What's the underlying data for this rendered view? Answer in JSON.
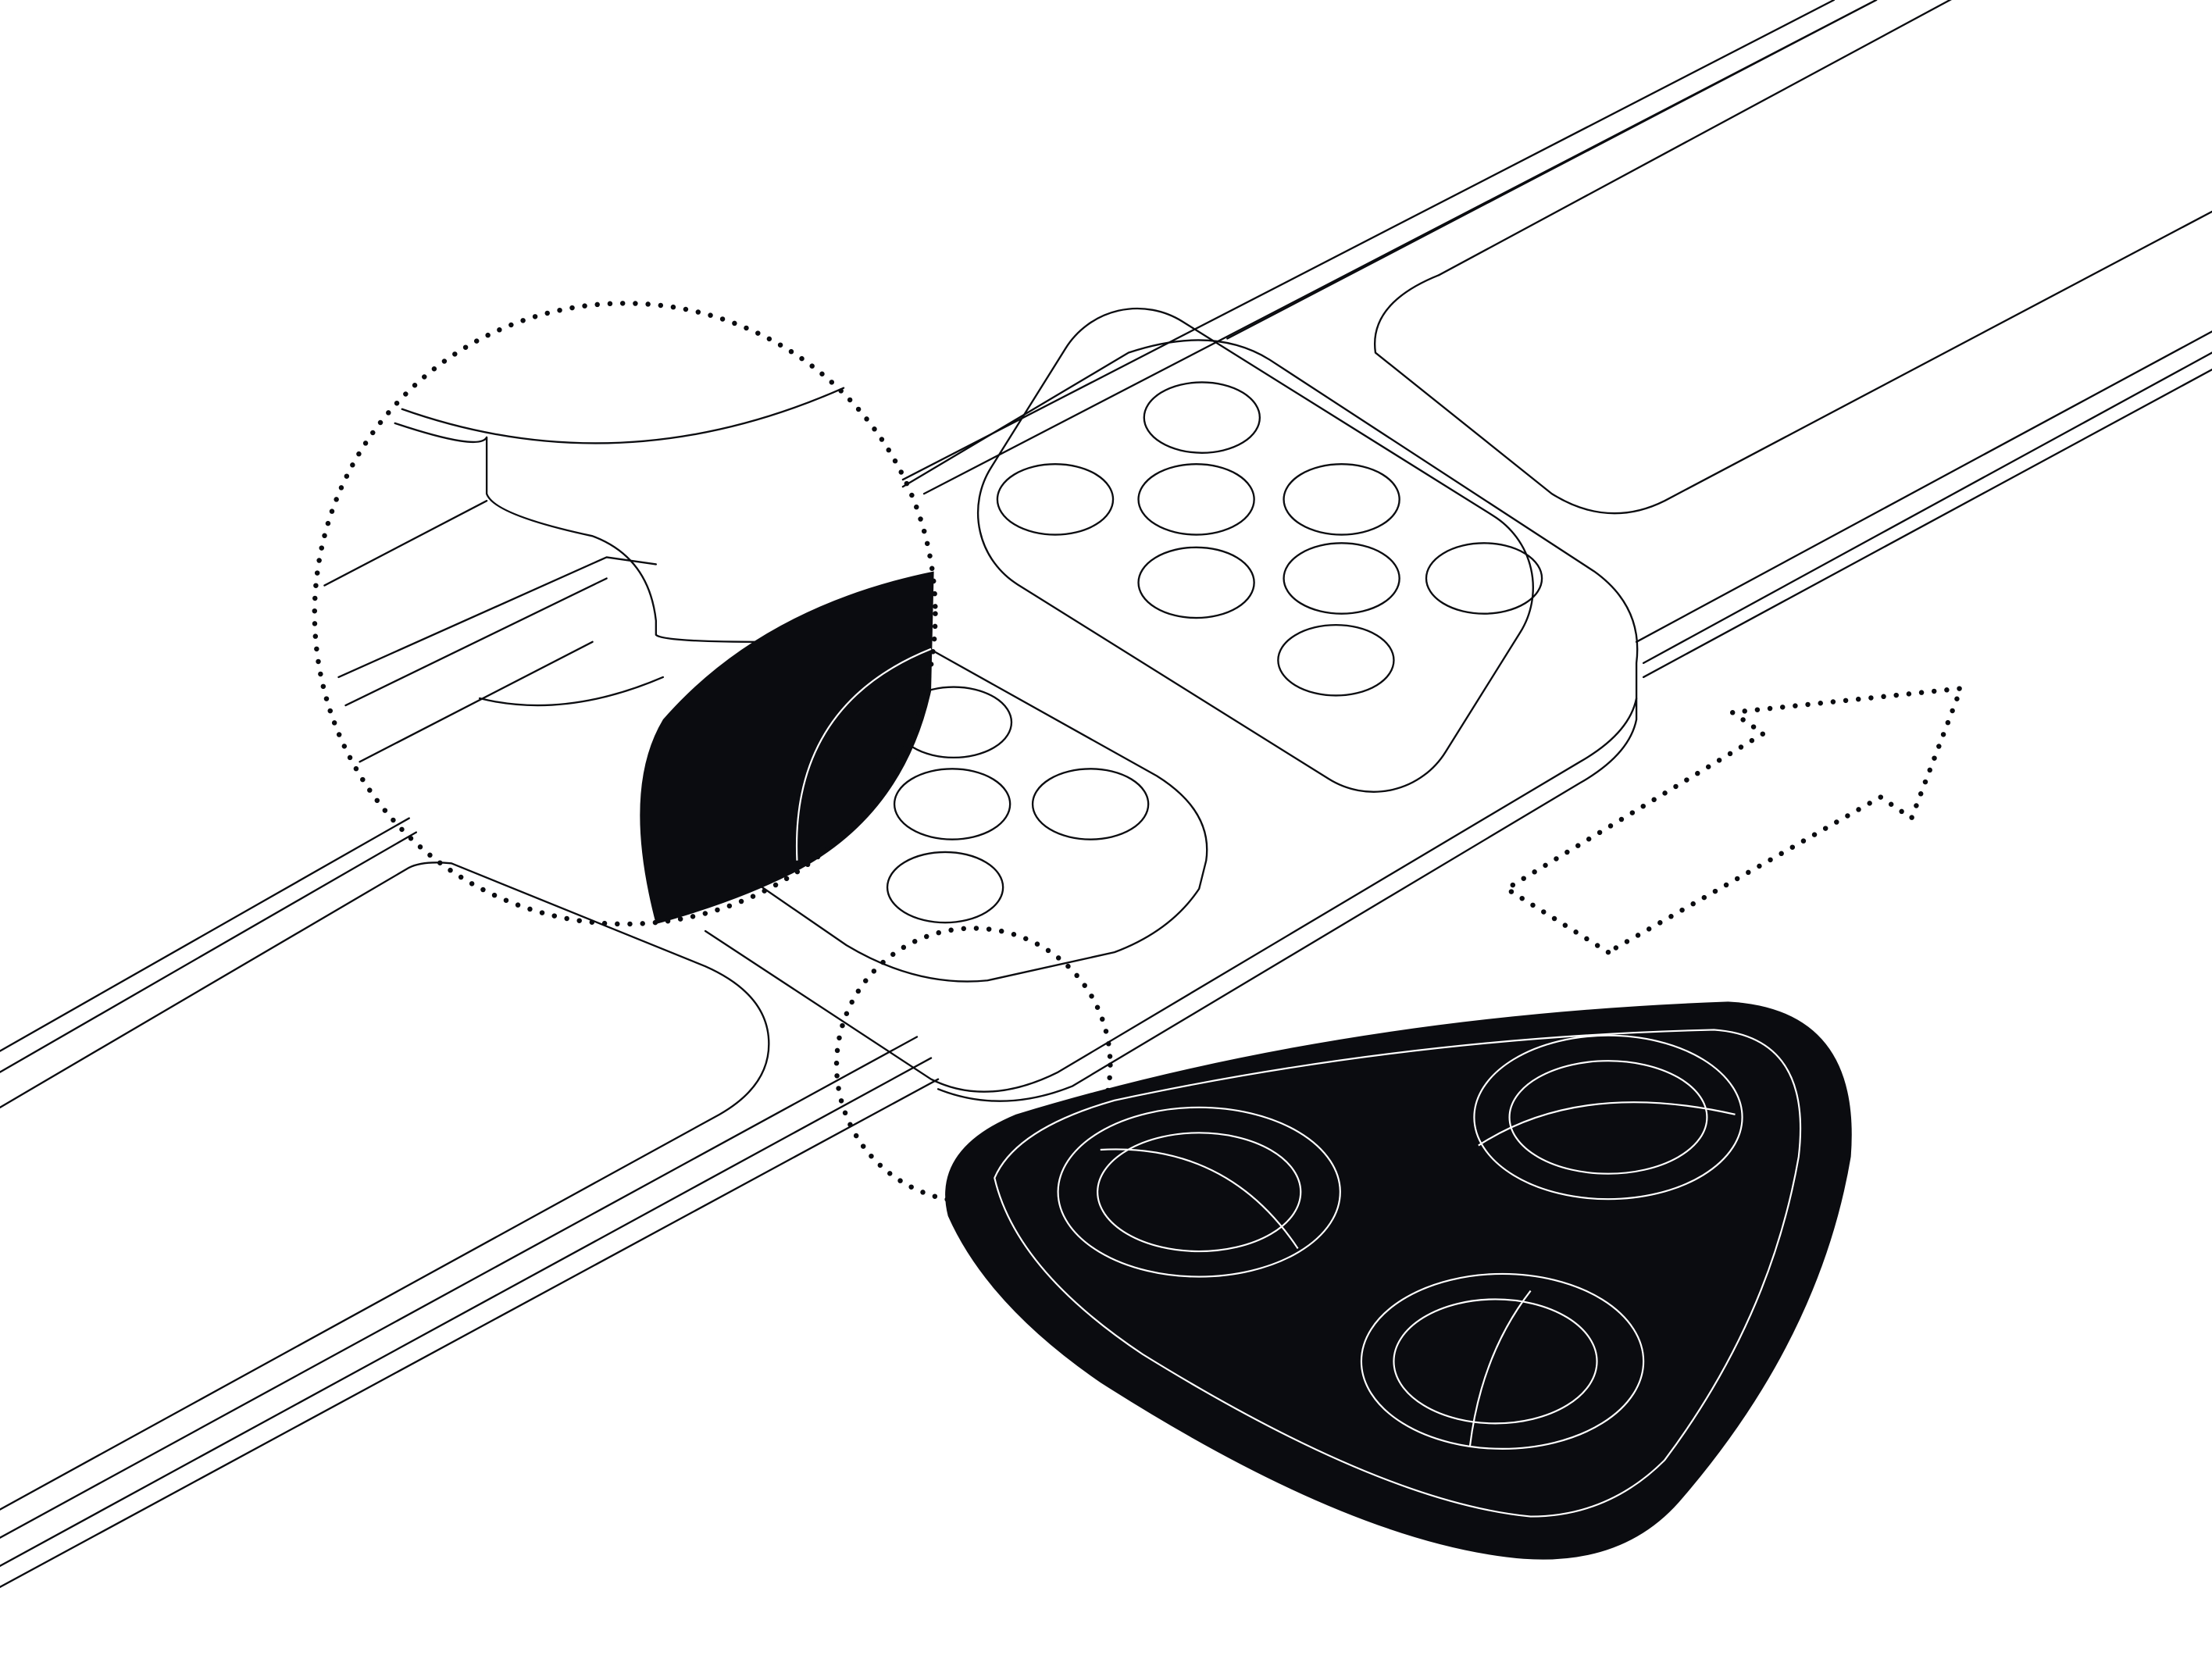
{
  "illustration": {
    "colors": {
      "line": "#0b0c10",
      "fill_dark": "#0b0c10",
      "background": "#ffffff"
    },
    "module_buttons_count": 8,
    "lower_buttons_count": 4,
    "pick_rings_count": 3
  }
}
